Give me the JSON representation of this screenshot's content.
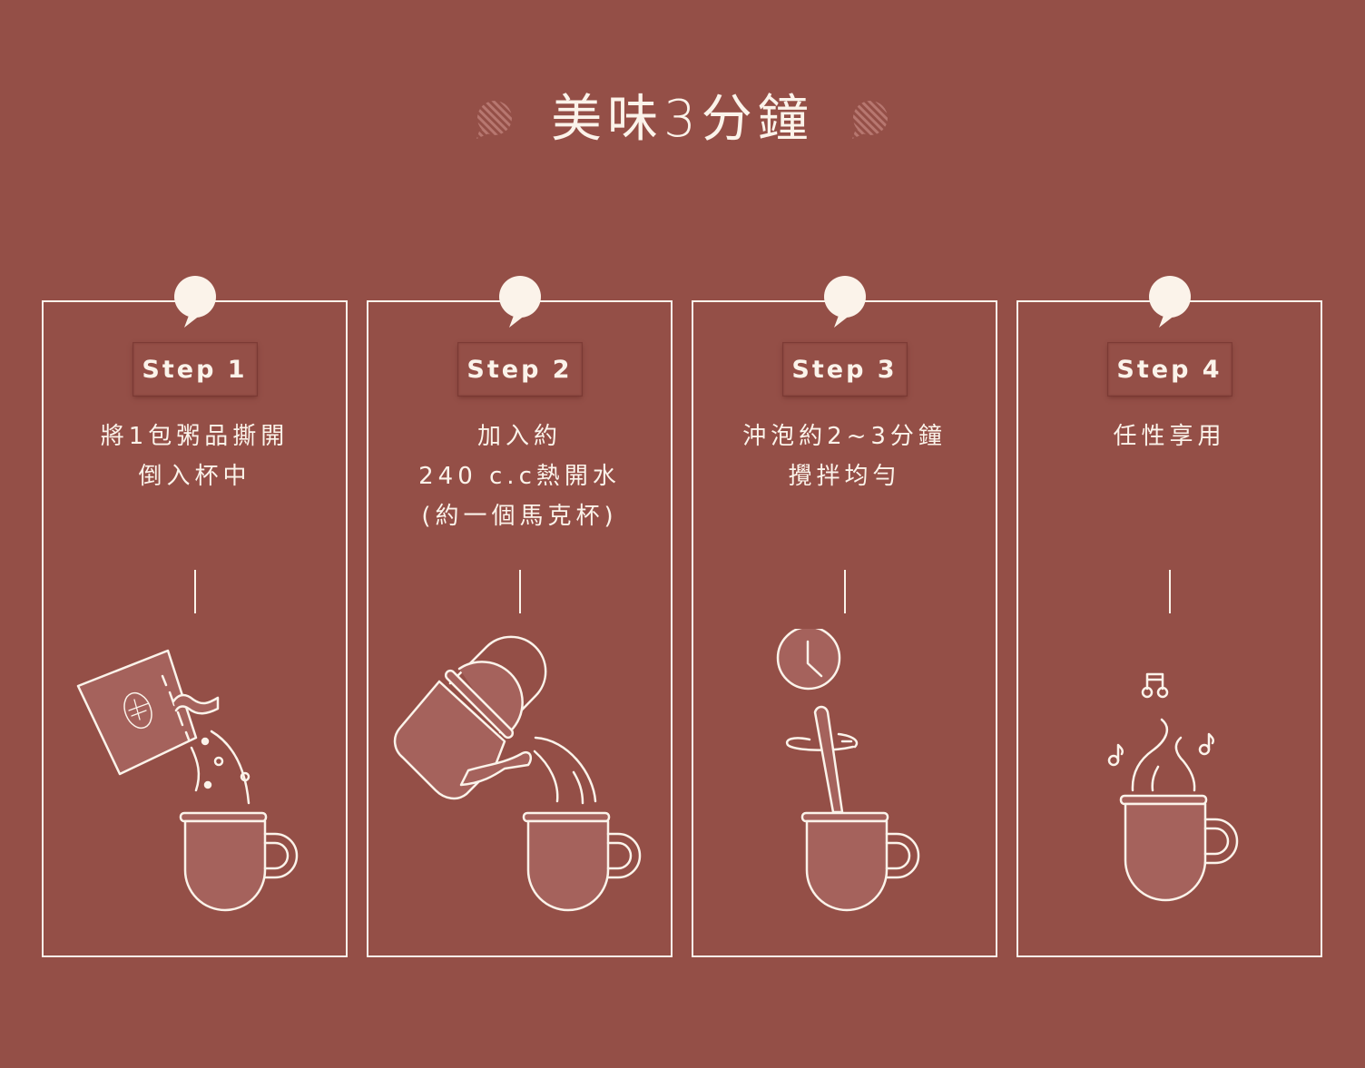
{
  "header": {
    "title": "美味3分鐘",
    "left_deco": "striped-speech-bubble",
    "right_deco": "striped-speech-bubble"
  },
  "colors": {
    "background": "#944f47",
    "line": "#fbf3ea",
    "fill_light": "#a5625c",
    "deco_stripe": "#b5716b"
  },
  "steps": [
    {
      "badge": "Step 1",
      "lines": [
        "將1包粥品撕開",
        "倒入杯中"
      ],
      "icon": "tear-packet-pour-into-mug"
    },
    {
      "badge": "Step 2",
      "lines": [
        "加入約",
        "240 c.c熱開水",
        "(約一個馬克杯)"
      ],
      "icon": "kettle-pour-into-mug"
    },
    {
      "badge": "Step 3",
      "lines": [
        "沖泡約2~3分鐘",
        "攪拌均勻"
      ],
      "icon": "clock-stir-mug"
    },
    {
      "badge": "Step 4",
      "lines": [
        "任性享用"
      ],
      "icon": "steaming-mug-music"
    }
  ]
}
